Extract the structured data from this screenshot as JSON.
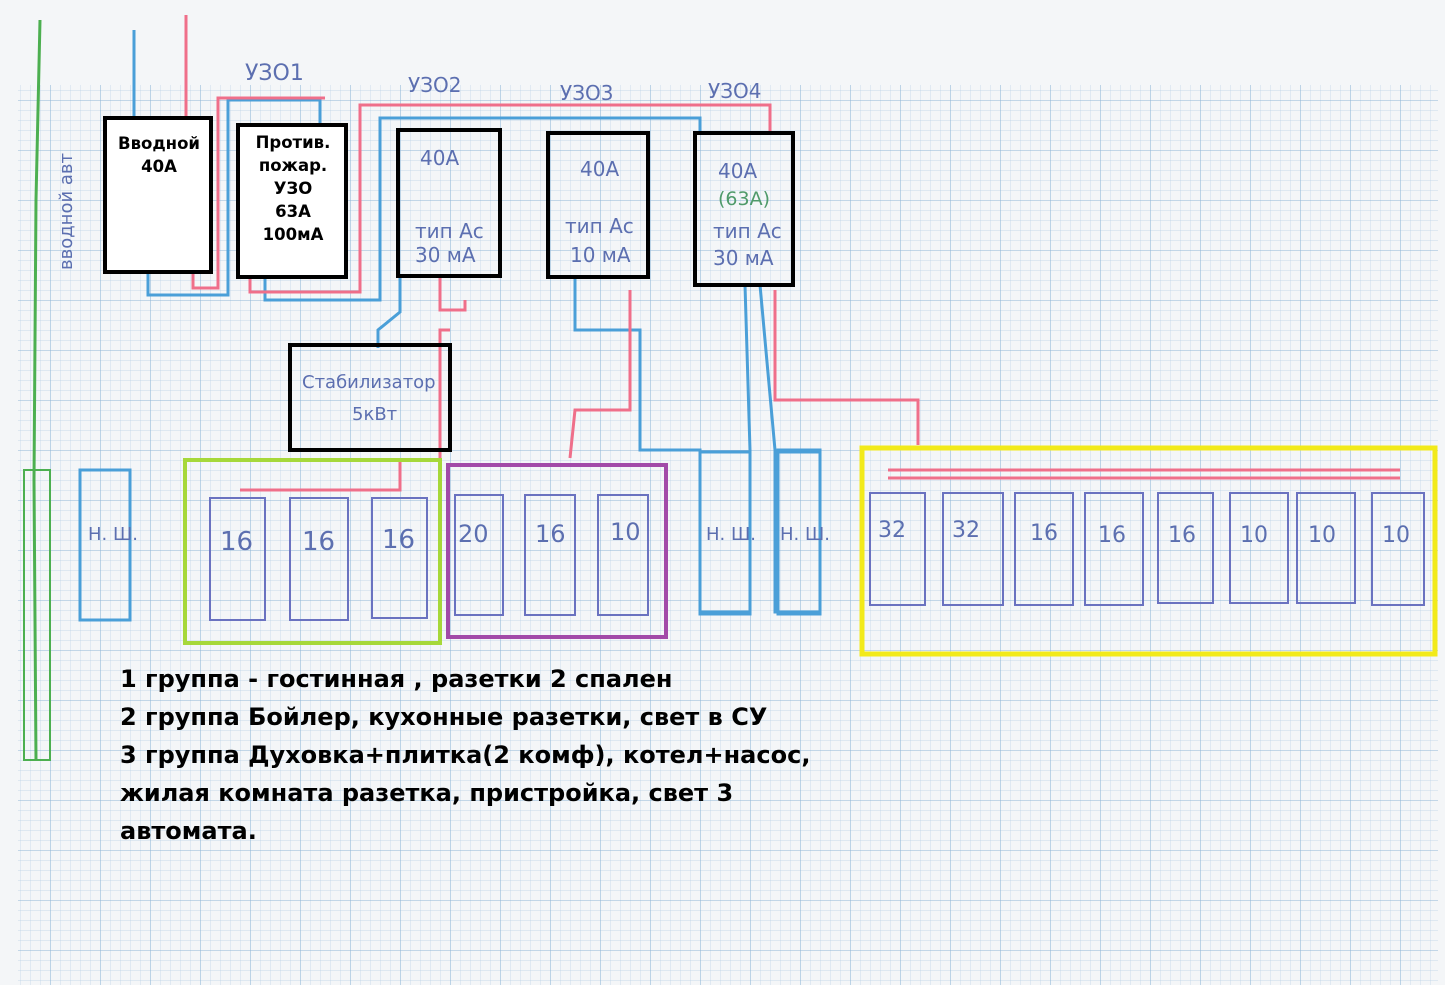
{
  "side_label": "вводной авт",
  "uzo_labels": [
    "УЗО1",
    "УЗО2",
    "УЗО3",
    "УЗО4"
  ],
  "intro_breaker": {
    "line1": "Вводной",
    "line2": "40А"
  },
  "fire_rcd": {
    "line1": "Против.",
    "line2": "пожар.",
    "line3": "УЗО",
    "line4": "63А",
    "line5": "100мА"
  },
  "rcd2": {
    "rating": "40А",
    "type": "тип Ас",
    "current": "30 мА"
  },
  "rcd3": {
    "rating": "40А",
    "type": "тип Ас",
    "current": "10 мА"
  },
  "rcd4": {
    "rating": "40А",
    "alt": "(63А)",
    "type": "тип Ас",
    "current": "30 мА"
  },
  "stabilizer": {
    "line1": "Стабилизатор",
    "line2": "5кВт"
  },
  "neutral_bus": "Н. Ш.",
  "group1": [
    "16",
    "16",
    "16"
  ],
  "group2": [
    "20",
    "16",
    "10"
  ],
  "group3": [
    "32",
    "32",
    "16",
    "16",
    "16",
    "10",
    "10",
    "10"
  ],
  "notes": [
    "1 группа - гостинная , разетки 2 спален",
    "2 группа Бойлер, кухонные разетки, свет в СУ",
    "3 группа Духовка+плитка(2 комф), котел+насос,",
    "жилая комната разетка, пристройка, свет 3",
    "автомата."
  ],
  "colors": {
    "group1": "#a6d83a",
    "group2": "#a24aa8",
    "group3": "#f2ea1a",
    "blue_wire": "#4a9fd8",
    "red_wire": "#ef6f8a"
  }
}
